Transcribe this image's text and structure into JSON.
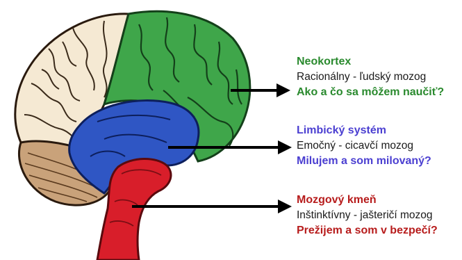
{
  "colors": {
    "neocortex": "#2a8a2e",
    "limbic": "#4b3fd1",
    "brainstem": "#b71c1c",
    "frontal_lobe": "#f5e9d3",
    "cerebellum": "#c9a27a",
    "brain_green": "#3fa64a",
    "brain_blue": "#2f56c4",
    "brain_red": "#d81e2a"
  },
  "labels": {
    "neocortex": {
      "title": "Neokortex",
      "description": "Racionálny - ľudský mozog",
      "question": "Ako a čo sa môžem naučiť?"
    },
    "limbic": {
      "title": "Limbický systém",
      "description": "Emočný - cicavčí mozog",
      "question": "Milujem a som milovaný?"
    },
    "brainstem": {
      "title": "Mozgový kmeň",
      "description": "Inštinktívny - jašteričí mozog",
      "question": "Prežijem a som v bezpečí?"
    }
  }
}
